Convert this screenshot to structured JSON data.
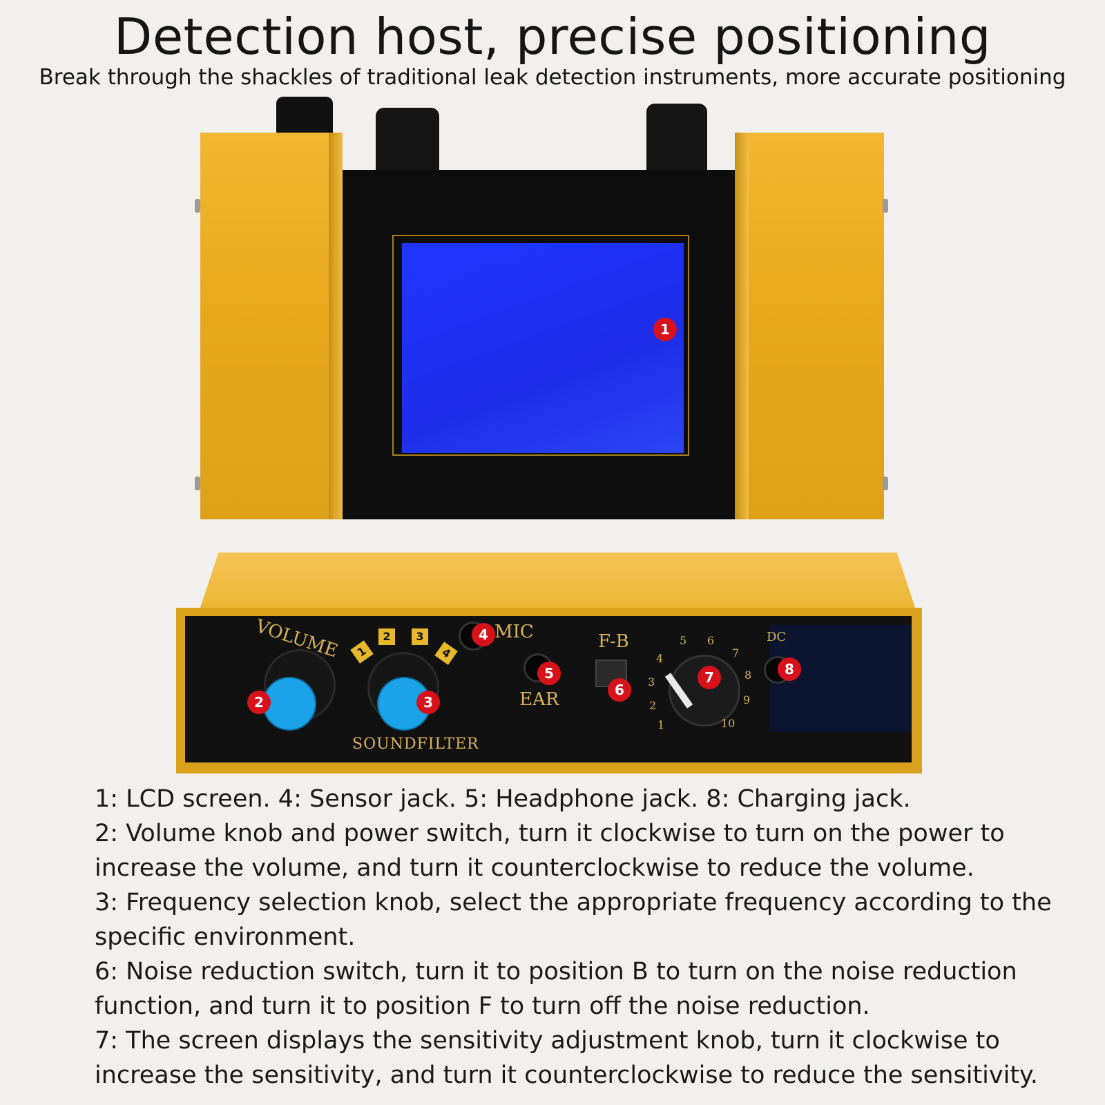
{
  "header": {
    "title": "Detection host, precise positioning",
    "subtitle": "Break through the shackles of traditional leak detection instruments, more accurate positioning"
  },
  "callouts": [
    "1",
    "2",
    "3",
    "4",
    "5",
    "6",
    "7",
    "8"
  ],
  "front_panel": {
    "volume_label": "VOLUME",
    "filter_label": "SOUNDFILTER",
    "filter_positions": [
      "1",
      "2",
      "3",
      "4"
    ],
    "mic_label": "MIC",
    "ear_label": "EAR",
    "switch_label": "F-B",
    "dc_label": "DC",
    "sensitivity_scale": [
      "1",
      "2",
      "3",
      "4",
      "5",
      "6",
      "7",
      "8",
      "9",
      "10"
    ]
  },
  "descriptions": [
    "1: LCD screen. 4: Sensor jack. 5: Headphone jack. 8: Charging jack.",
    "2: Volume knob and power switch, turn it clockwise to turn on the power to increase the volume, and turn it counterclockwise to reduce the volume.",
    "3: Frequency selection knob, select the appropriate frequency according to the specific environment.",
    "6: Noise reduction switch, turn it to position B to turn on the noise reduction function, and turn it to position F to turn off the noise reduction.",
    "7: The screen displays the sensitivity adjustment knob, turn it clockwise to increase the sensitivity, and turn it counterclockwise to reduce the sensitivity."
  ],
  "colors": {
    "body_gold": "#e8a91d",
    "lcd_blue": "#1e2eea",
    "callout_red": "#d8121b",
    "knob_blue": "#1aa3e8"
  }
}
